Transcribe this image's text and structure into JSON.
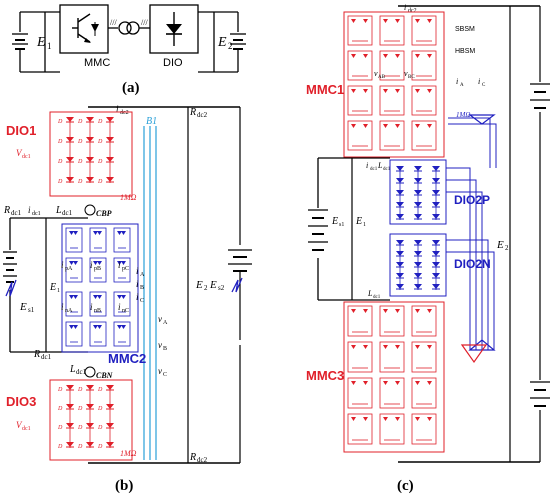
{
  "panel_a": {
    "caption": "(a)",
    "E1": "E",
    "E1_sub": "1",
    "E2": "E",
    "E2_sub": "2",
    "mmc": "MMC",
    "dio": "DIO"
  },
  "panel_b": {
    "caption": "(b)",
    "dio1": "DIO1",
    "dio3": "DIO3",
    "mmc2": "MMC2",
    "B1": "B1",
    "cbp": "CBP",
    "cbn": "CBN",
    "idc2": "i",
    "idc2_sub": "dc2",
    "idc1": "i",
    "idc1_sub": "dc1",
    "Rdc2_top": "R",
    "Rdc2_top_sub": "dc2",
    "Rdc2_bot": "R",
    "Rdc2_bot_sub": "dc2",
    "Rdc1_top": "R",
    "Rdc1_top_sub": "dc1",
    "Rdc1_bot": "R",
    "Rdc1_bot_sub": "dc1",
    "Ldc1_top": "L",
    "Ldc1_top_sub": "dc1",
    "Ldc1_bot": "L",
    "Ldc1_bot_sub": "dc1",
    "Vdc1_top": "V",
    "Vdc1_top_sub": "dc1",
    "Vdc1_bot": "V",
    "Vdc1_bot_sub": "dc1",
    "ipA": "i",
    "ipA_sub": "pA",
    "ipB": "i",
    "ipB_sub": "pB",
    "ipC": "i",
    "ipC_sub": "pC",
    "inA": "i",
    "inA_sub": "nA",
    "inB": "i",
    "inB_sub": "nB",
    "inC": "i",
    "inC_sub": "nC",
    "iA": "i",
    "iA_sub": "A",
    "iB": "i",
    "iB_sub": "B",
    "iC": "i",
    "iC_sub": "C",
    "vA": "v",
    "vA_sub": "A",
    "vB": "v",
    "vB_sub": "B",
    "vC": "v",
    "vC_sub": "C",
    "E1": "E",
    "E1_sub": "1",
    "Es1": "E",
    "Es1_sub": "s1",
    "E2": "E",
    "E2_sub": "2",
    "Es2": "E",
    "Es2_sub": "s2",
    "res_top": "1MΩ",
    "res_bot": "1MΩ",
    "diode": "D"
  },
  "panel_c": {
    "caption": "(c)",
    "mmc1": "MMC1",
    "mmc3": "MMC3",
    "dio2p": "DIO2P",
    "dio2n": "DIO2N",
    "sbsm": "SBSM",
    "hbsm": "HBSM",
    "vab": "v",
    "vab_sub": "AB",
    "vbc": "v",
    "vbc_sub": "BC",
    "ia": "i",
    "ia_sub": "A",
    "ic": "i",
    "ic_sub": "C",
    "idc1": "i",
    "idc1_sub": "dc1",
    "idc2": "i",
    "idc2_sub": "dc2",
    "Ldc1_top": "L",
    "Ldc1_top_sub": "dc1",
    "Ldc1_bot": "L",
    "Ldc1_bot_sub": "dc1",
    "Es1": "E",
    "Es1_sub": "s1",
    "E1": "E",
    "E1_sub": "1",
    "E2": "E",
    "E2_sub": "2",
    "res": "1MΩ"
  },
  "colors": {
    "red": "#e0202a",
    "blue": "#2020c0",
    "cyan": "#2aa0d8",
    "black": "#000000"
  }
}
